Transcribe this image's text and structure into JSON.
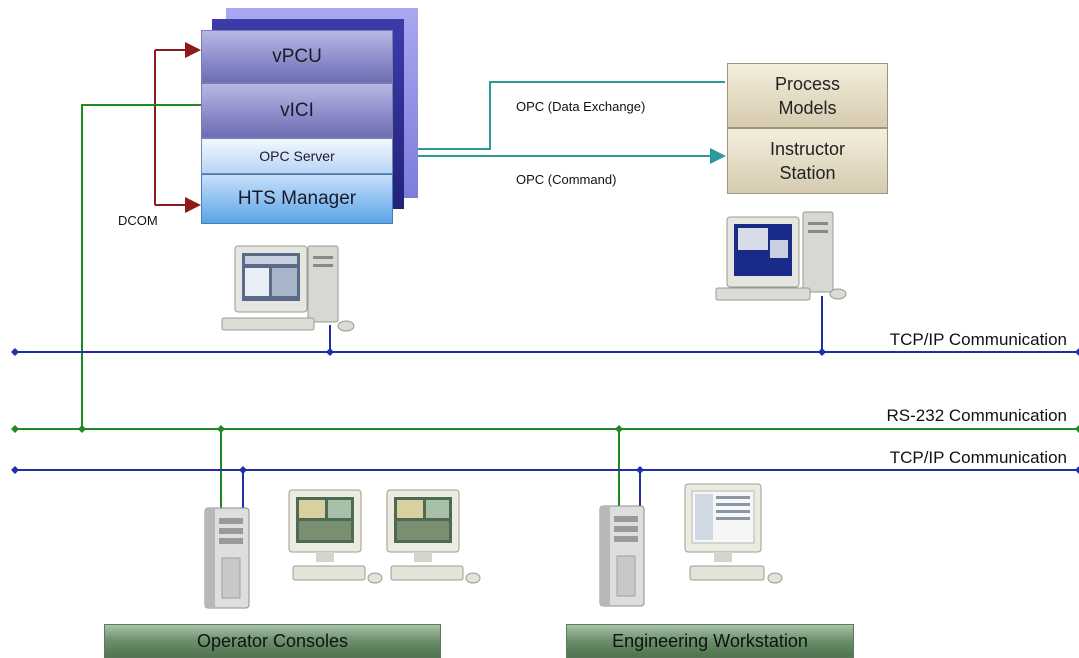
{
  "stack": {
    "vpcu": "vPCU",
    "vici": "vICI",
    "opc_server": "OPC Server",
    "hts_manager": "HTS Manager"
  },
  "dcom_label": "DCOM",
  "models": {
    "process_line1": "Process",
    "process_line2": "Models",
    "instructor_line1": "Instructor",
    "instructor_line2": "Station"
  },
  "links": {
    "data_exchange": "OPC (Data Exchange)",
    "command": "OPC (Command)"
  },
  "buses": {
    "tcpip_top": "TCP/IP Communication",
    "rs232": "RS-232 Communication",
    "tcpip_bottom": "TCP/IP Communication"
  },
  "groups": {
    "operator": "Operator Consoles",
    "engineering": "Engineering Workstation"
  },
  "colors": {
    "tcpip_line": "#1f2fa8",
    "rs232_line": "#1f8a1f",
    "opc_link": "#2a9a9a",
    "dcom_link": "#8b1a1a"
  }
}
